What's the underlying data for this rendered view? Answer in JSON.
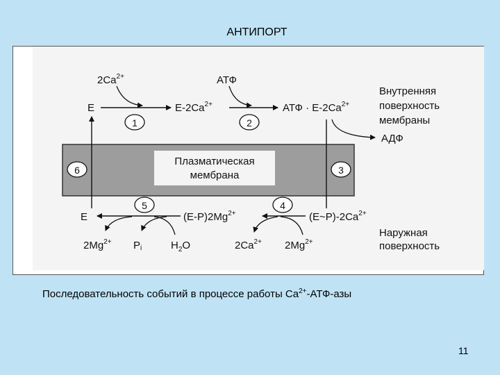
{
  "slide": {
    "title": "АНТИПОРТ",
    "caption_pre": "Последовательность событий в процессе работы Ca",
    "caption_sup": "2+",
    "caption_post": "-АТФ-азы",
    "page_number": "11"
  },
  "diagram": {
    "membrane_line1": "Плазматическая",
    "membrane_line2": "мембрана",
    "inner_surface_line1": "Внутренняя",
    "inner_surface_line2": "поверхность",
    "inner_surface_line3": "мембраны",
    "outer_surface_line1": "Наружная",
    "outer_surface_line2": "поверхность",
    "adp": "АДФ",
    "atp_top": "АТФ",
    "ca_top": "2Ca",
    "charge": "2+",
    "e_top": "E",
    "e_ca": "E-2Ca",
    "atp_e_ca": "АТФ · E-2Ca",
    "e_bottom": "E",
    "ep_mg": "(E-P)2Mg",
    "ep_ca": "(E~P)-2Ca",
    "mg_out_left": "2Mg",
    "pi": "P",
    "pi_sub": "i",
    "h2o_h": "H",
    "h2o_2": "2",
    "h2o_o": "O",
    "ca_out": "2Ca",
    "mg_in": "2Mg",
    "steps": [
      "1",
      "2",
      "3",
      "4",
      "5",
      "6"
    ]
  }
}
